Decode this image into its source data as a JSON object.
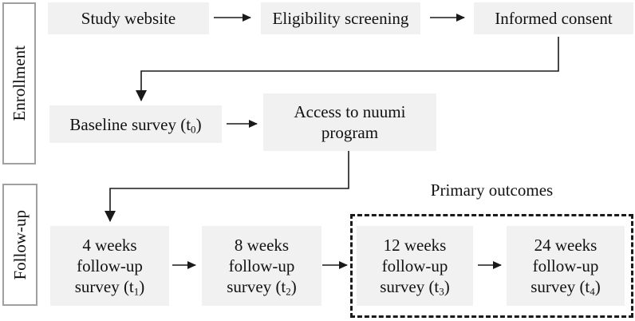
{
  "side_labels": {
    "enrollment": "Enrollment",
    "followup": "Follow-up"
  },
  "section_label": "Primary outcomes",
  "boxes": {
    "study_website": {
      "label": "Study website"
    },
    "eligibility": {
      "label": "Eligibility screening"
    },
    "informed_consent": {
      "label": "Informed consent"
    },
    "baseline": {
      "pre": "Baseline survey (t",
      "sub": "0",
      "post": ")"
    },
    "access": {
      "line1": "Access to nuumi",
      "line2": "program"
    },
    "wk4": {
      "line1": "4 weeks",
      "line2": "follow-up",
      "pre": "survey (t",
      "sub": "1",
      "post": ")"
    },
    "wk8": {
      "line1": "8 weeks",
      "line2": "follow-up",
      "pre": "survey (t",
      "sub": "2",
      "post": ")"
    },
    "wk12": {
      "line1": "12 weeks",
      "line2": "follow-up",
      "pre": "survey (t",
      "sub": "3",
      "post": ")"
    },
    "wk24": {
      "line1": "24 weeks",
      "line2": "follow-up",
      "pre": "survey (t",
      "sub": "4",
      "post": ")"
    }
  },
  "colors": {
    "box_fill": "#f1f1f1",
    "line": "#1a1a1a",
    "text": "#111111",
    "side_border": "#a0a0a0",
    "background": "#ffffff"
  }
}
